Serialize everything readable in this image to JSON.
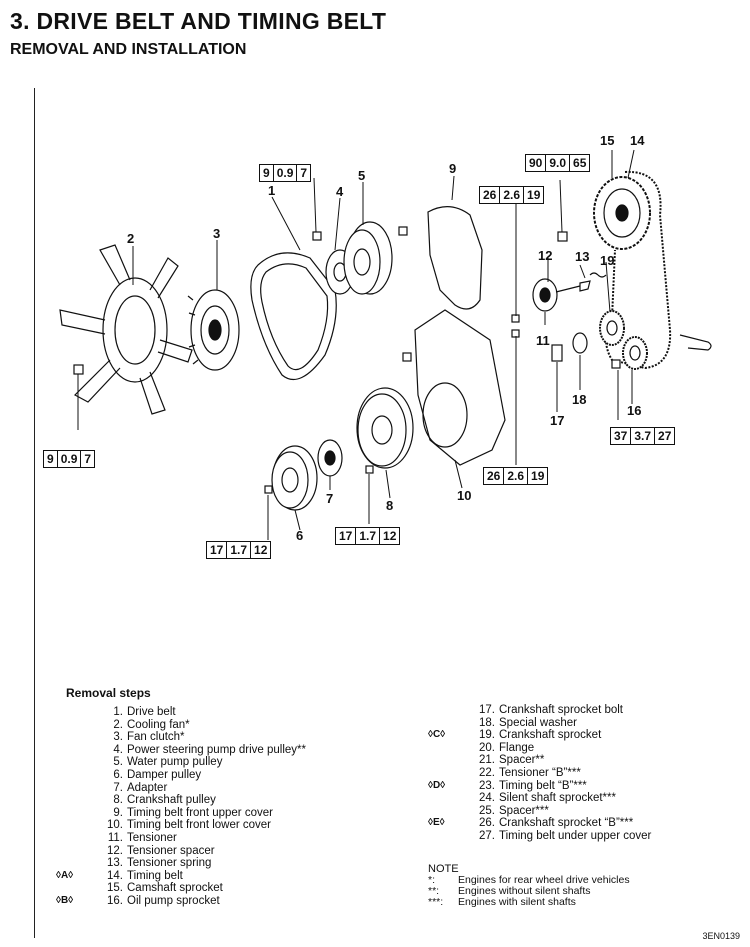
{
  "header": {
    "title": "3. DRIVE BELT AND TIMING BELT",
    "subtitle": "REMOVAL AND INSTALLATION"
  },
  "diagram": {
    "callouts": [
      "1",
      "2",
      "3",
      "4",
      "5",
      "6",
      "7",
      "8",
      "9",
      "10",
      "11",
      "12",
      "13",
      "14",
      "15",
      "16",
      "17",
      "18",
      "19"
    ],
    "torque_specs": [
      {
        "values": [
          "9",
          "0.9",
          "7"
        ]
      },
      {
        "values": [
          "90",
          "9.0",
          "65"
        ]
      },
      {
        "values": [
          "26",
          "2.6",
          "19"
        ]
      },
      {
        "values": [
          "9",
          "0.9",
          "7"
        ]
      },
      {
        "values": [
          "26",
          "2.6",
          "19"
        ]
      },
      {
        "values": [
          "37",
          "3.7",
          "27"
        ]
      },
      {
        "values": [
          "17",
          "1.7",
          "12"
        ]
      },
      {
        "values": [
          "17",
          "1.7",
          "12"
        ]
      }
    ]
  },
  "removal_steps": {
    "heading": "Removal steps",
    "left": [
      {
        "marker": "",
        "num": "1.",
        "text": "Drive belt"
      },
      {
        "marker": "",
        "num": "2.",
        "text": "Cooling fan*"
      },
      {
        "marker": "",
        "num": "3.",
        "text": "Fan clutch*"
      },
      {
        "marker": "",
        "num": "4.",
        "text": "Power steering pump drive pulley**"
      },
      {
        "marker": "",
        "num": "5.",
        "text": "Water pump pulley"
      },
      {
        "marker": "",
        "num": "6.",
        "text": "Damper pulley"
      },
      {
        "marker": "",
        "num": "7.",
        "text": "Adapter"
      },
      {
        "marker": "",
        "num": "8.",
        "text": "Crankshaft pulley"
      },
      {
        "marker": "",
        "num": "9.",
        "text": "Timing belt front upper cover"
      },
      {
        "marker": "",
        "num": "10.",
        "text": "Timing belt front lower cover"
      },
      {
        "marker": "",
        "num": "11.",
        "text": "Tensioner"
      },
      {
        "marker": "",
        "num": "12.",
        "text": "Tensioner spacer"
      },
      {
        "marker": "",
        "num": "13.",
        "text": "Tensioner spring"
      },
      {
        "marker": "◊A◊",
        "num": "14.",
        "text": "Timing belt"
      },
      {
        "marker": "",
        "num": "15.",
        "text": "Camshaft sprocket"
      },
      {
        "marker": "◊B◊",
        "num": "16.",
        "text": "Oil pump sprocket"
      }
    ],
    "right": [
      {
        "marker": "",
        "num": "17.",
        "text": "Crankshaft sprocket bolt"
      },
      {
        "marker": "",
        "num": "18.",
        "text": "Special washer"
      },
      {
        "marker": "◊C◊",
        "num": "19.",
        "text": "Crankshaft sprocket"
      },
      {
        "marker": "",
        "num": "20.",
        "text": "Flange"
      },
      {
        "marker": "",
        "num": "21.",
        "text": "Spacer**"
      },
      {
        "marker": "",
        "num": "22.",
        "text": "Tensioner “B”***"
      },
      {
        "marker": "◊D◊",
        "num": "23.",
        "text": "Timing belt “B”***"
      },
      {
        "marker": "",
        "num": "24.",
        "text": "Silent shaft sprocket***"
      },
      {
        "marker": "",
        "num": "25.",
        "text": "Spacer***"
      },
      {
        "marker": "◊E◊",
        "num": "26.",
        "text": "Crankshaft sprocket “B”***"
      },
      {
        "marker": "",
        "num": "27.",
        "text": "Timing belt under upper cover"
      }
    ]
  },
  "note": {
    "heading": "NOTE",
    "items": [
      {
        "symbol": "*:",
        "text": "Engines for rear wheel drive vehicles"
      },
      {
        "symbol": "**:",
        "text": "Engines without silent shafts"
      },
      {
        "symbol": "***:",
        "text": "Engines with silent shafts"
      }
    ]
  },
  "figure_code": "3EN0139"
}
